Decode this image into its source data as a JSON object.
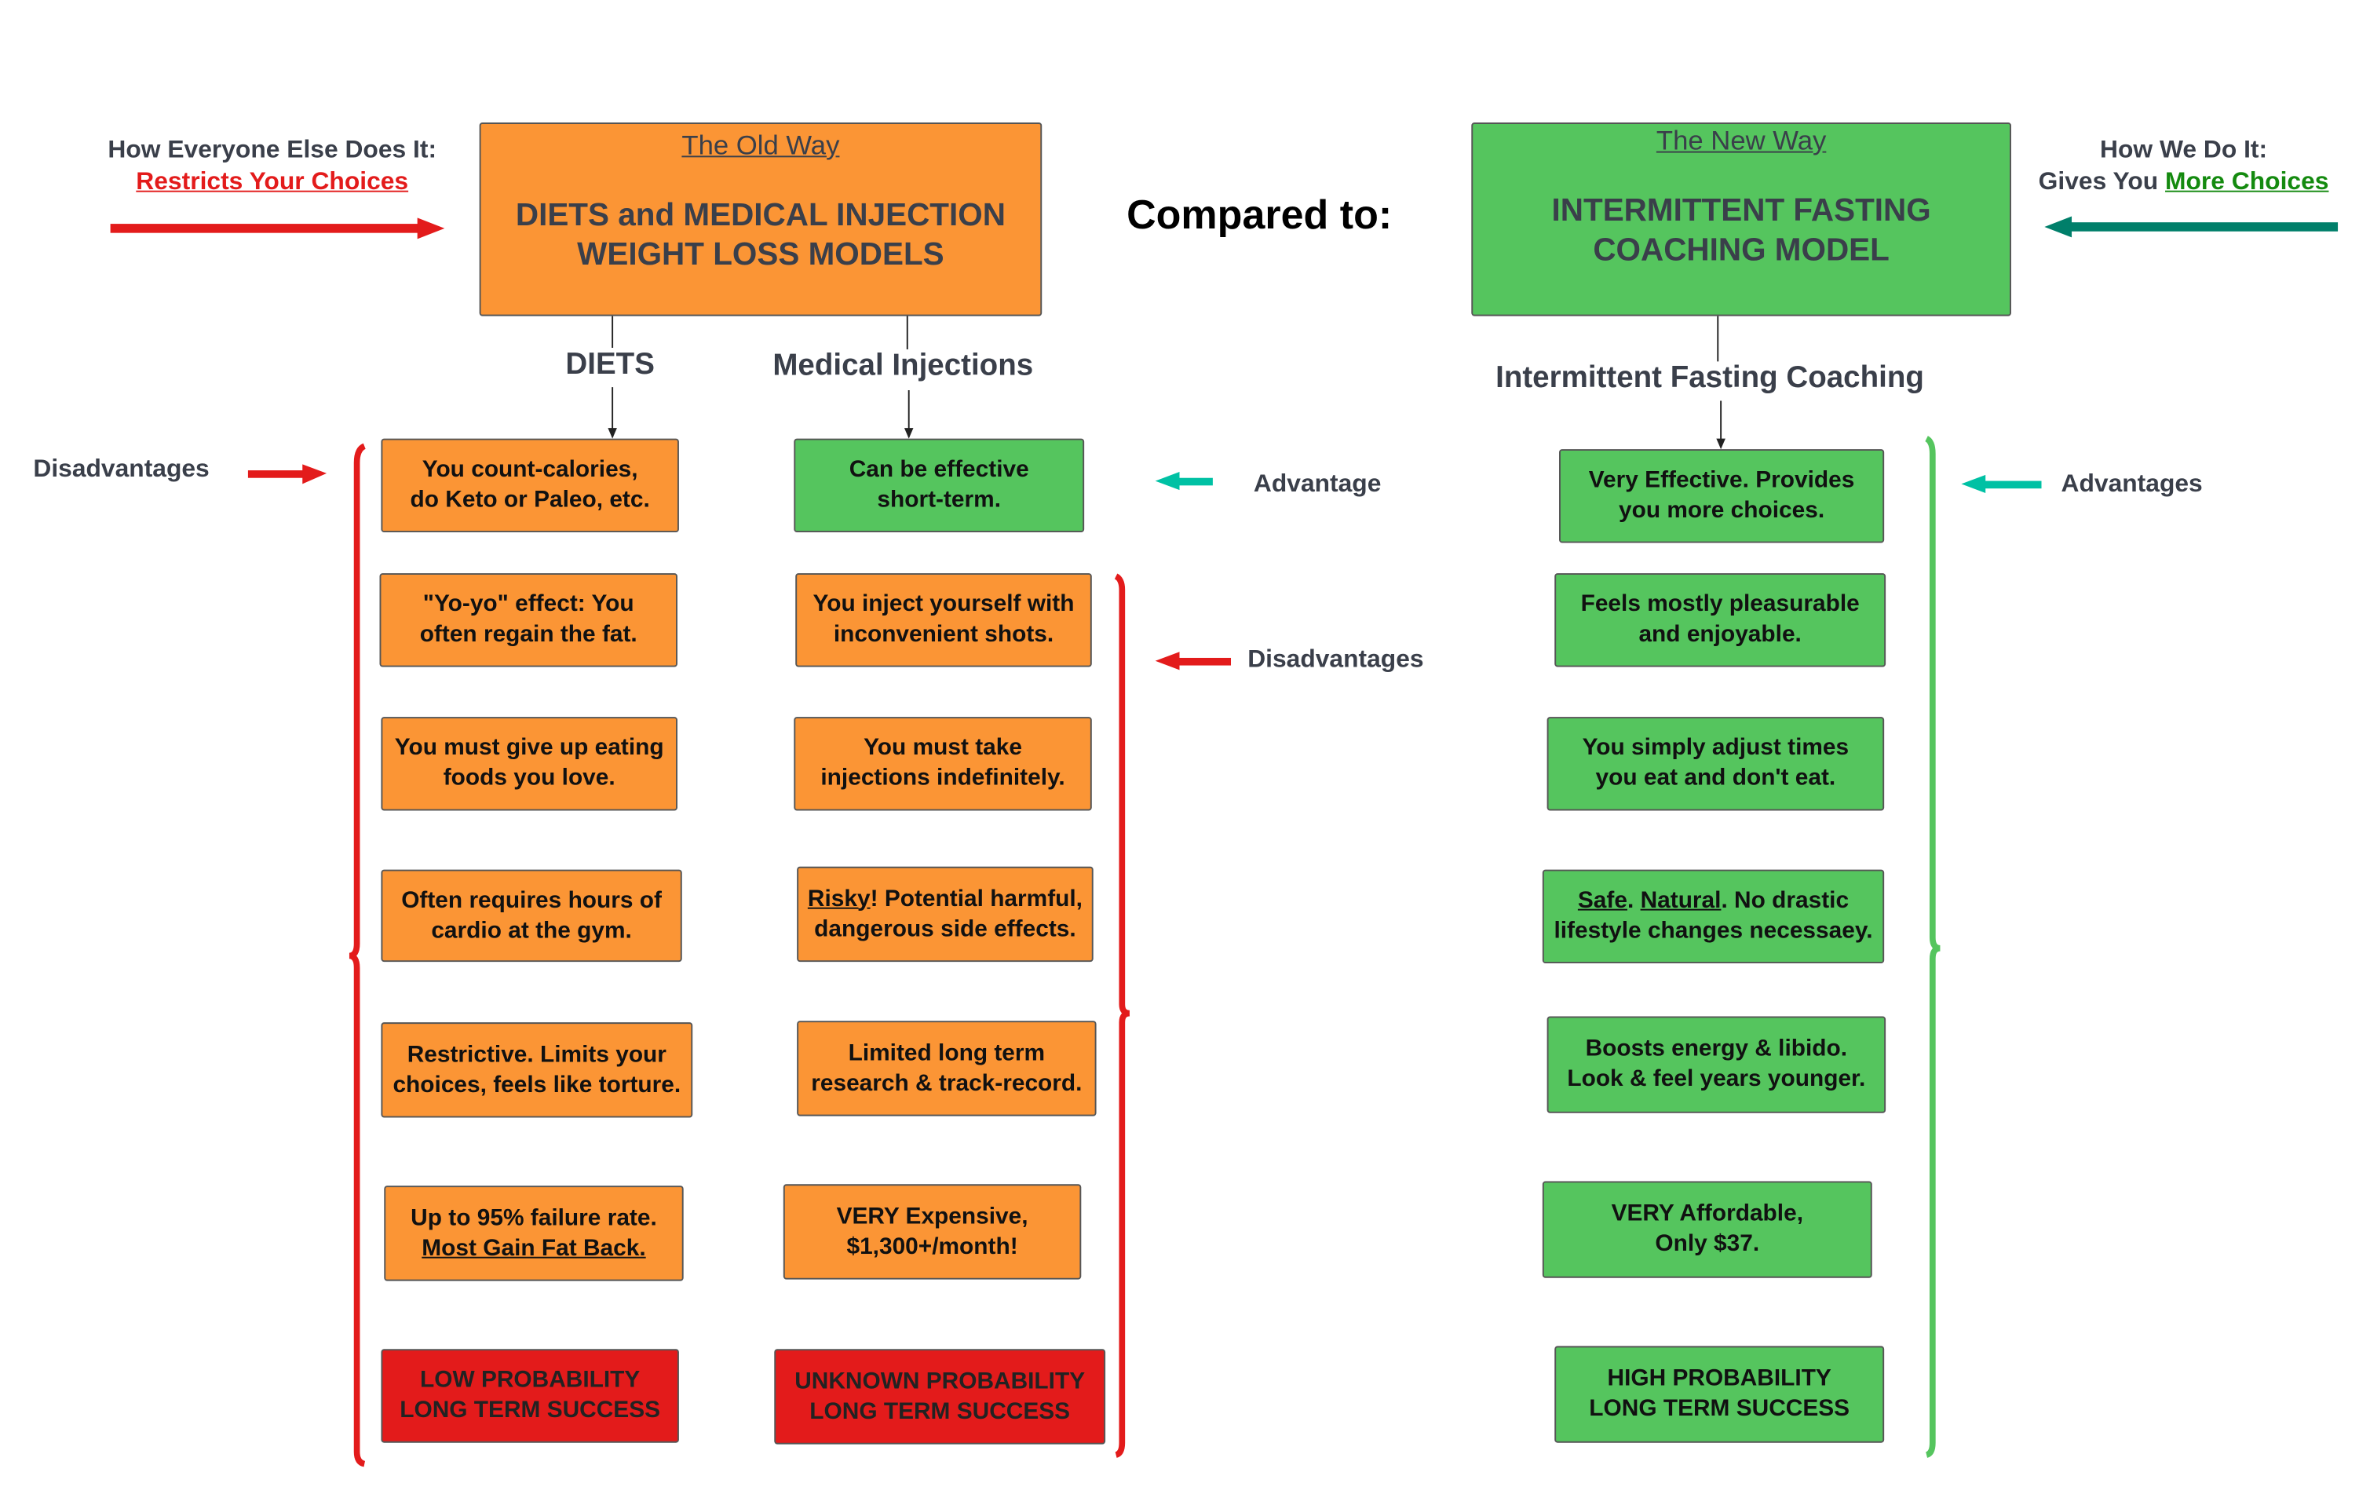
{
  "old_way": {
    "subtitle": "The Old Way",
    "title_lines": [
      "DIETS and MEDICAL INJECTION",
      "WEIGHT LOSS MODELS"
    ]
  },
  "new_way": {
    "subtitle": "The New Way",
    "title_lines": [
      "INTERMITTENT FASTING",
      "COACHING MODEL"
    ]
  },
  "compared_to": "Compared to:",
  "left_caption": {
    "line1": "How Everyone Else Does It:",
    "line2": "Restricts Your Choices"
  },
  "right_caption": {
    "line1": "How We Do It:",
    "line2_prefix": "Gives You ",
    "line2_link": "More Choices"
  },
  "branches": {
    "diets": "DIETS",
    "injections": "Medical Injections",
    "if": "Intermittent Fasting Coaching"
  },
  "side_labels": {
    "disadvantages_left": "Disadvantages",
    "advantage_mid": "Advantage",
    "disadvantages_mid": "Disadvantages",
    "advantages_right": "Advantages"
  },
  "colors": {
    "orange": "#fb9535",
    "green": "#55c55e",
    "red": "#e31b1b",
    "teal": "#00c1a4",
    "dark_teal": "#007f6a",
    "text": "#3a3f4a"
  },
  "columns": {
    "diets": [
      {
        "color": "orange",
        "lines": [
          [
            {
              "t": "You count-calories,"
            }
          ],
          [
            {
              "t": "do Keto or Paleo, etc."
            }
          ]
        ]
      },
      {
        "color": "orange",
        "lines": [
          [
            {
              "t": "\"Yo-yo\" effect: You"
            }
          ],
          [
            {
              "t": "often regain the fat."
            }
          ]
        ]
      },
      {
        "color": "orange",
        "lines": [
          [
            {
              "t": "You must give up eating"
            }
          ],
          [
            {
              "t": "foods you love."
            }
          ]
        ]
      },
      {
        "color": "orange",
        "lines": [
          [
            {
              "t": "Often requires hours of"
            }
          ],
          [
            {
              "t": "cardio at the gym."
            }
          ]
        ]
      },
      {
        "color": "orange",
        "lines": [
          [
            {
              "t": "Restrictive. Limits your"
            }
          ],
          [
            {
              "t": "choices, feels like torture."
            }
          ]
        ]
      },
      {
        "color": "orange",
        "lines": [
          [
            {
              "t": "Up to 95% failure rate."
            }
          ],
          [
            {
              "t": "Most Gain Fat Back.",
              "u": true
            }
          ]
        ]
      },
      {
        "color": "red",
        "lines": [
          [
            {
              "t": "LOW PROBABILITY"
            }
          ],
          [
            {
              "t": "LONG TERM SUCCESS"
            }
          ]
        ]
      }
    ],
    "injections": [
      {
        "color": "green",
        "lines": [
          [
            {
              "t": "Can be effective"
            }
          ],
          [
            {
              "t": "short-term."
            }
          ]
        ]
      },
      {
        "color": "orange",
        "lines": [
          [
            {
              "t": "You inject yourself with"
            }
          ],
          [
            {
              "t": "inconvenient shots."
            }
          ]
        ]
      },
      {
        "color": "orange",
        "lines": [
          [
            {
              "t": "You must take"
            }
          ],
          [
            {
              "t": "injections indefinitely."
            }
          ]
        ]
      },
      {
        "color": "orange",
        "lines": [
          [
            {
              "t": "Risky",
              "u": true
            },
            {
              "t": "! Potential harmful,"
            }
          ],
          [
            {
              "t": "dangerous side effects."
            }
          ]
        ]
      },
      {
        "color": "orange",
        "lines": [
          [
            {
              "t": "Limited long term"
            }
          ],
          [
            {
              "t": "research & track-record."
            }
          ]
        ]
      },
      {
        "color": "orange",
        "lines": [
          [
            {
              "t": "VERY Expensive,"
            }
          ],
          [
            {
              "t": "$1,300+/month!"
            }
          ]
        ]
      },
      {
        "color": "red",
        "lines": [
          [
            {
              "t": "UNKNOWN PROBABILITY"
            }
          ],
          [
            {
              "t": "LONG TERM SUCCESS"
            }
          ]
        ]
      }
    ],
    "if": [
      {
        "color": "green",
        "lines": [
          [
            {
              "t": "Very Effective. Provides"
            }
          ],
          [
            {
              "t": "you more choices."
            }
          ]
        ]
      },
      {
        "color": "green",
        "lines": [
          [
            {
              "t": "Feels mostly pleasurable"
            }
          ],
          [
            {
              "t": "and enjoyable."
            }
          ]
        ]
      },
      {
        "color": "green",
        "lines": [
          [
            {
              "t": "You simply adjust times"
            }
          ],
          [
            {
              "t": "you eat and don't eat."
            }
          ]
        ]
      },
      {
        "color": "green",
        "lines": [
          [
            {
              "t": "Safe",
              "u": true
            },
            {
              "t": ". "
            },
            {
              "t": "Natural",
              "u": true
            },
            {
              "t": ". No drastic"
            }
          ],
          [
            {
              "t": "lifestyle changes necessaey."
            }
          ]
        ]
      },
      {
        "color": "green",
        "lines": [
          [
            {
              "t": "Boosts energy & libido."
            }
          ],
          [
            {
              "t": "Look & feel years younger."
            }
          ]
        ]
      },
      {
        "color": "green",
        "lines": [
          [
            {
              "t": "VERY Affordable,"
            }
          ],
          [
            {
              "t": "Only $37."
            }
          ]
        ]
      },
      {
        "color": "green",
        "lines": [
          [
            {
              "t": "HIGH PROBABILITY"
            }
          ],
          [
            {
              "t": "LONG TERM SUCCESS"
            }
          ]
        ]
      }
    ]
  }
}
